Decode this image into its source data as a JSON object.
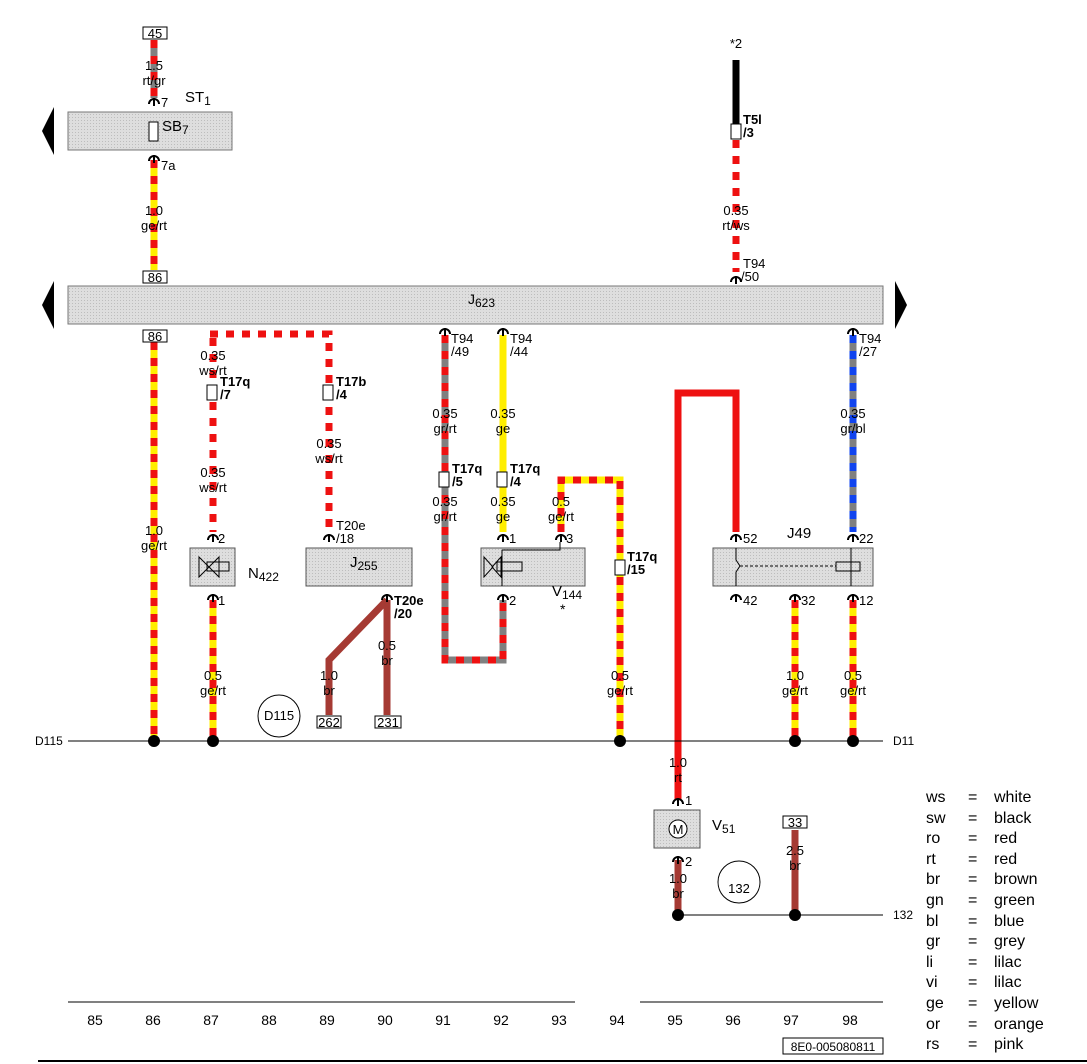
{
  "ground_points": {
    "left_label": "D115",
    "right_label": "D11",
    "bottom_label": "132",
    "circle_left": "D115",
    "circle_right": "132"
  },
  "components": {
    "st1": {
      "name": "ST",
      "sub": "1"
    },
    "sb7": {
      "name": "SB",
      "sub": "7",
      "pin_in": "7",
      "pin_out": "7a"
    },
    "j623": {
      "name": "J",
      "sub": "623"
    },
    "n422": {
      "name": "N",
      "sub": "422",
      "pin_top": "2",
      "pin_bottom": "1"
    },
    "j255": {
      "name": "J",
      "sub": "255"
    },
    "v144": {
      "name": "V",
      "sub": "144",
      "pin_1": "1",
      "pin_2": "2",
      "pin_3": "3",
      "note": "*"
    },
    "j49": {
      "name": "J49",
      "pin_52": "52",
      "pin_22": "22",
      "pin_42": "42",
      "pin_32": "32",
      "pin_12": "12"
    },
    "v51": {
      "name": "V",
      "sub": "51",
      "pin_1": "1",
      "pin_2": "2",
      "symbol": "M"
    }
  },
  "terminals": {
    "t45": "45",
    "t86_top": "86",
    "t86_bot": "86",
    "t262": "262",
    "t231": "231",
    "t33": "33"
  },
  "connectors": {
    "t5l": [
      "T5l",
      "/3"
    ],
    "t94_50": [
      "T94",
      "/50"
    ],
    "t94_49": [
      "T94",
      "/49"
    ],
    "t94_44": [
      "T94",
      "/44"
    ],
    "t94_27": [
      "T94",
      "/27"
    ],
    "t17q_7": [
      "T17q",
      "/7"
    ],
    "t17b_4": [
      "T17b",
      "/4"
    ],
    "t20e_18": [
      "T20e",
      "/18"
    ],
    "t20e_20": [
      "T20e",
      "/20"
    ],
    "t17q_5": [
      "T17q",
      "/5"
    ],
    "t17q_4": [
      "T17q",
      "/4"
    ],
    "t17q_15": [
      "T17q",
      "/15"
    ],
    "star2": "*2"
  },
  "wires": {
    "w45": [
      "1.5",
      "rt/gr"
    ],
    "w86a": [
      "1.0",
      "ge/rt"
    ],
    "w86b": [
      "1.0",
      "ge/rt"
    ],
    "w87a": [
      "0.35",
      "ws/rt"
    ],
    "w87b": [
      "0.35",
      "ws/rt"
    ],
    "w87c": [
      "0.5",
      "ge/rt"
    ],
    "w89": [
      "0.35",
      "ws/rt"
    ],
    "w262": [
      "1.0",
      "br"
    ],
    "w231": [
      "0.5",
      "br"
    ],
    "w91a": [
      "0.35",
      "gr/rt"
    ],
    "w91b": [
      "0.35",
      "gr/rt"
    ],
    "w92a": [
      "0.35",
      "ge"
    ],
    "w92b": [
      "0.35",
      "ge"
    ],
    "w93": [
      "0.5",
      "ge/rt"
    ],
    "w94": [
      "0.5",
      "ge/rt"
    ],
    "w96": [
      "0.35",
      "rt/ws"
    ],
    "w95a": [
      "1.0",
      "rt"
    ],
    "w95b": [
      "1.0",
      "br"
    ],
    "w97a": [
      "1.0",
      "ge/rt"
    ],
    "w97b": [
      "2.5",
      "br"
    ],
    "w98a": [
      "0.35",
      "gr/bl"
    ],
    "w98b": [
      "0.5",
      "ge/rt"
    ]
  },
  "legend": [
    {
      "code": "ws",
      "eq": "=",
      "name": "white"
    },
    {
      "code": "sw",
      "eq": "=",
      "name": "black"
    },
    {
      "code": "ro",
      "eq": "=",
      "name": "red"
    },
    {
      "code": "rt",
      "eq": "=",
      "name": "red"
    },
    {
      "code": "br",
      "eq": "=",
      "name": "brown"
    },
    {
      "code": "gn",
      "eq": "=",
      "name": "green"
    },
    {
      "code": "bl",
      "eq": "=",
      "name": "blue"
    },
    {
      "code": "gr",
      "eq": "=",
      "name": "grey"
    },
    {
      "code": "li",
      "eq": "=",
      "name": "lilac"
    },
    {
      "code": "vi",
      "eq": "=",
      "name": "lilac"
    },
    {
      "code": "ge",
      "eq": "=",
      "name": "yellow"
    },
    {
      "code": "or",
      "eq": "=",
      "name": "orange"
    },
    {
      "code": "rs",
      "eq": "=",
      "name": "pink"
    }
  ],
  "track_numbers": [
    "85",
    "86",
    "87",
    "88",
    "89",
    "90",
    "91",
    "92",
    "93",
    "94",
    "95",
    "96",
    "97",
    "98"
  ],
  "document_number": "8E0-005080811",
  "colors": {
    "red": "#ee1111",
    "yellow": "#ffee00",
    "grey": "#808080",
    "white": "#ffffff",
    "blue": "#1144ee",
    "brown": "#a53a33",
    "black": "#000000",
    "bar_fill": "#d8d8d8"
  }
}
